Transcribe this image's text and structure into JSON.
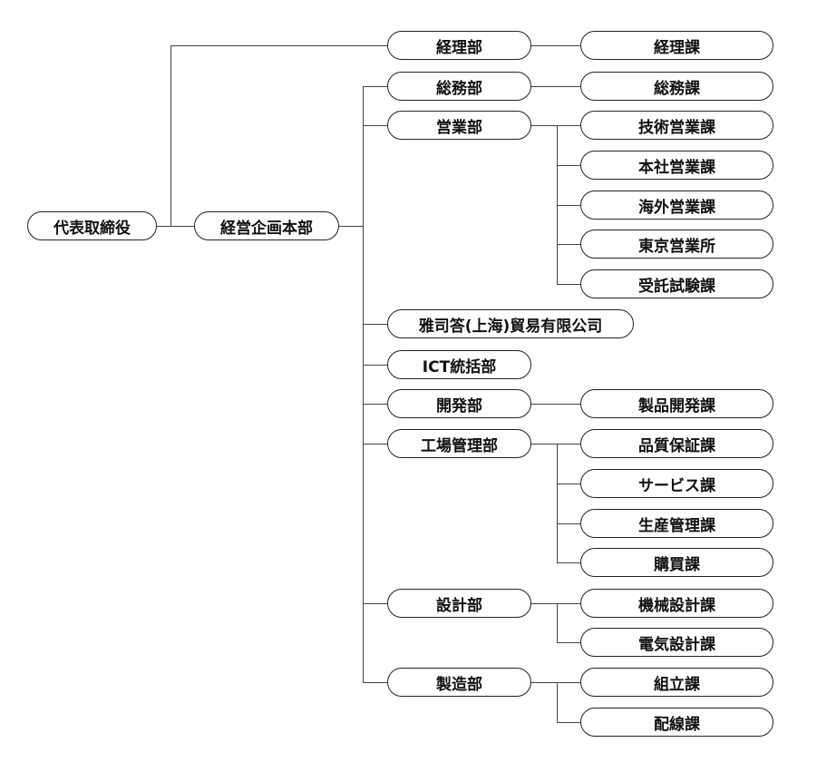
{
  "org": {
    "ceo": "代表取締役",
    "planning": "経営企画本部",
    "accounting_dept": "経理部",
    "accounting_sec": "経理課",
    "general_dept": "総務部",
    "general_sec": "総務課",
    "sales_dept": "営業部",
    "sales_tech": "技術営業課",
    "sales_hq": "本社営業課",
    "sales_overseas": "海外営業課",
    "sales_tokyo": "東京営業所",
    "sales_testing": "受託試験課",
    "shanghai": "雅司答(上海)貿易有限公司",
    "ict_dept": "ICT統括部",
    "dev_dept": "開発部",
    "dev_product": "製品開発課",
    "factory_dept": "工場管理部",
    "factory_qa": "品質保証課",
    "factory_service": "サービス課",
    "factory_production": "生産管理課",
    "factory_purchase": "購買課",
    "design_dept": "設計部",
    "design_mech": "機械設計課",
    "design_elec": "電気設計課",
    "mfg_dept": "製造部",
    "mfg_assembly": "組立課",
    "mfg_wiring": "配線課"
  }
}
